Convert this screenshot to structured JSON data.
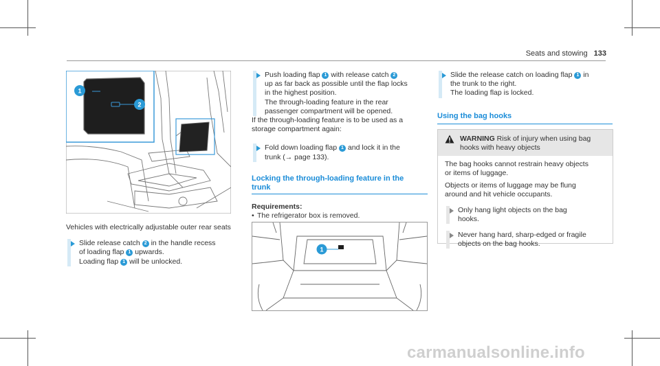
{
  "header": {
    "section": "Seats and stowing",
    "page_number": "133"
  },
  "left_column": {
    "figure_caption": "Vehicles with electrically adjustable outer rear seats",
    "step1": {
      "line1_a": "Slide release catch",
      "line1_badge": "2",
      "line1_b": "in the handle recess",
      "line2_a": "of loading flap",
      "line2_badge": "1",
      "line2_b": "upwards.",
      "line3_a": "Loading flap",
      "line3_badge": "1",
      "line3_b": "will be unlocked."
    },
    "figure_callouts": [
      "1",
      "2"
    ]
  },
  "middle_column": {
    "step2": {
      "line1_a": "Push loading flap",
      "line1_badge": "1",
      "line1_b": "with release catch",
      "line1_badge2": "2",
      "line2": "up as far back as possible until the flap locks",
      "line3": "in the highest position.",
      "line4": "The through-loading feature in the rear",
      "line5": "passenger compartment will be opened."
    },
    "para": {
      "line1": "If the through-loading feature is to be used as a",
      "line2": "storage compartment again:"
    },
    "step3": {
      "line1_a": "Fold down loading flap",
      "line1_badge": "1",
      "line1_b": "and lock it in the",
      "line2": "trunk (→ page 133)."
    },
    "heading_line1": "Locking the through-loading feature in the",
    "heading_line2": "trunk",
    "requirements_label": "Requirements:",
    "requirements": [
      "The refrigerator box is removed."
    ],
    "trunk_callout": "1"
  },
  "right_column": {
    "step4": {
      "line1_a": "Slide the release catch on loading flap",
      "line1_badge": "1",
      "line1_b": "in",
      "line2": "the trunk to the right.",
      "line3": "The loading flap is locked."
    },
    "heading": "Using the bag hooks",
    "warning": {
      "label": "WARNING",
      "title_a": "Risk of injury when using bag",
      "title_b": "hooks with heavy objects",
      "body1_a": "The bag hooks cannot restrain heavy objects",
      "body1_b": "or items of luggage.",
      "body2_a": "Objects or items of luggage may be flung",
      "body2_b": "around and hit vehicle occupants.",
      "step_a1": "Only hang light objects on the bag",
      "step_a2": "hooks.",
      "step_b1": "Never hang hard, sharp-edged or fragile",
      "step_b2": "objects on the bag hooks."
    }
  },
  "watermark": "carmanualsonline.info",
  "colors": {
    "accent": "#1a8cd8",
    "step_bar": "#d5eaf6",
    "warning_bg": "#e6e6e6",
    "figure_highlight": "#3a9ad9"
  }
}
